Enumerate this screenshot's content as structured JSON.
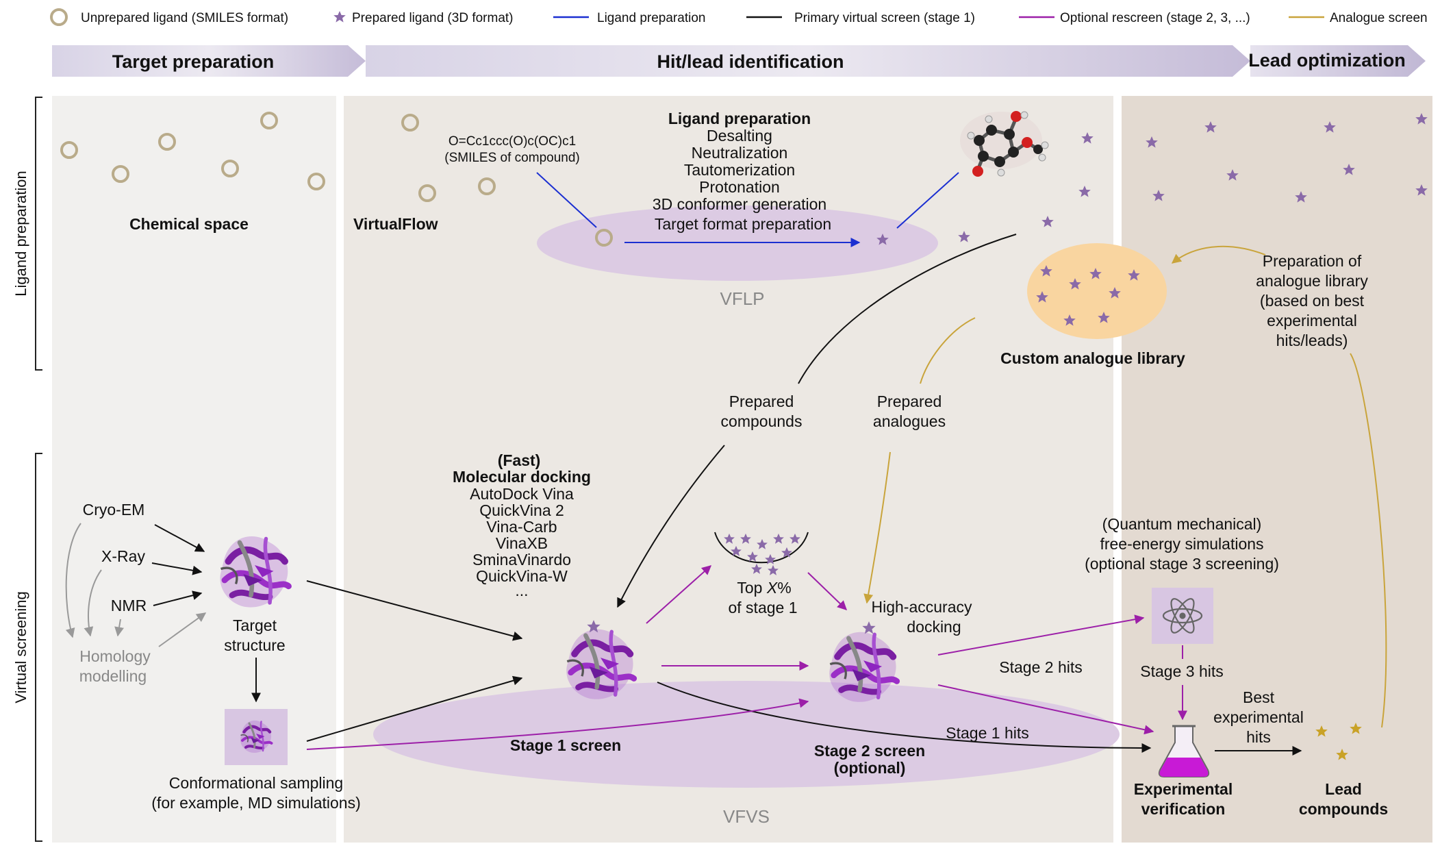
{
  "legend": {
    "unprepared": "Unprepared ligand (SMILES format)",
    "prepared": "Prepared ligand (3D format)",
    "ligand_prep": "Ligand preparation",
    "primary": "Primary virtual screen (stage 1)",
    "optional": "Optional rescreen (stage 2, 3, ...)",
    "analogue": "Analogue screen"
  },
  "colors": {
    "unprepared_ring": "#b9ab8a",
    "star": "#8a6aa8",
    "gold_star": "#c9a227",
    "ligand_prep": "#1b2fd1",
    "primary": "#111111",
    "optional": "#9c1fa8",
    "analogue": "#c9a43b",
    "panel_left": "#f1f0ee",
    "panel_mid": "#ece8e3",
    "panel_right": "#e3dad1",
    "ellipse": "#dccbe3",
    "analogue_library": "#f9d5a0"
  },
  "phases": {
    "target": "Target preparation",
    "hit": "Hit/lead identification",
    "lead": "Lead optimization"
  },
  "rows": {
    "ligand": "Ligand preparation",
    "screening": "Virtual screening"
  },
  "labels": {
    "chemical_space": "Chemical space",
    "virtualflow": "VirtualFlow",
    "smiles_line1": "O=Cc1ccc(O)c(OC)c1",
    "smiles_line2": "(SMILES of compound)",
    "vflp": "VFLP",
    "vfvs": "VFVS",
    "custom_library": "Custom analogue library",
    "prep_analogue": [
      "Preparation of",
      "analogue library",
      "(based on best",
      "experimental",
      "hits/leads)"
    ],
    "prepared_compounds": [
      "Prepared",
      "compounds"
    ],
    "prepared_analogues": [
      "Prepared",
      "analogues"
    ],
    "target_structure": [
      "Target",
      "structure"
    ],
    "homology": [
      "Homology",
      "modelling"
    ],
    "conformational": [
      "Conformational sampling",
      "(for example, MD simulations)"
    ],
    "stage1_screen": "Stage 1 screen",
    "stage2_screen": [
      "Stage 2 screen",
      "(optional)"
    ],
    "top_x_line1": [
      "Top ",
      "X",
      "%"
    ],
    "top_x_line2": "of stage 1",
    "high_accuracy": [
      "High-accuracy",
      "docking"
    ],
    "quantum": [
      "(Quantum mechanical)",
      "free-energy simulations",
      "(optional stage 3 screening)"
    ],
    "stage2_hits": "Stage 2 hits",
    "stage3_hits": "Stage 3 hits",
    "stage1_hits": "Stage 1 hits",
    "best_hits": [
      "Best",
      "experimental",
      "hits"
    ],
    "experimental": [
      "Experimental",
      "verification"
    ],
    "lead_compounds": [
      "Lead",
      "compounds"
    ]
  },
  "ligand_prep_steps": {
    "title": "Ligand preparation",
    "items": [
      "Desalting",
      "Neutralization",
      "Tautomerization",
      "Protonation",
      "3D conformer generation",
      "Target format preparation"
    ]
  },
  "structure_methods": [
    "Cryo-EM",
    "X-Ray",
    "NMR"
  ],
  "docking": {
    "title1": "(Fast)",
    "title2": "Molecular docking",
    "programs": [
      "AutoDock Vina",
      "QuickVina 2",
      "Vina-Carb",
      "VinaXB",
      "SminaVinardo",
      "QuickVina-W",
      "..."
    ]
  }
}
